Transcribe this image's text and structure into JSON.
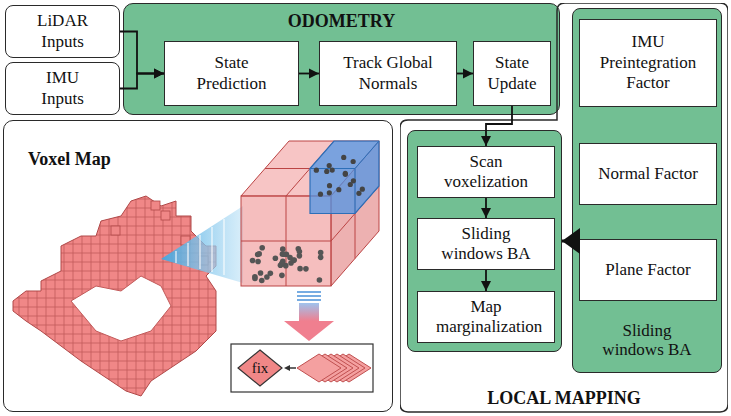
{
  "diagram": {
    "nodes": [
      {
        "text": [
          "LiDAR Inputs"
        ]
      },
      {
        "text": [
          "IMU Inputs"
        ]
      },
      {
        "text": [
          "ODOMETRY"
        ]
      },
      {
        "text": [
          "State Prediction"
        ],
        "in": 2
      },
      {
        "text": [
          "Track Global Normals"
        ],
        "in": 2
      },
      {
        "text": [
          "State Update"
        ],
        "in": 2
      },
      {
        "text": [
          "Voxel Map"
        ]
      },
      {
        "text": [
          "fix"
        ],
        "in": 6
      },
      {
        "text": [
          "LOCAL MAPPING"
        ]
      },
      {
        "text": [],
        "in": 8
      },
      {
        "text": [
          "Scan voxelization"
        ],
        "in": 9
      },
      {
        "text": [
          "Sliding windows BA"
        ],
        "in": 9
      },
      {
        "text": [
          "Map marginalization"
        ],
        "in": 9
      },
      {
        "text": [
          "Sliding windows BA"
        ],
        "in": 8
      },
      {
        "text": [
          "IMU Preintegration Factor"
        ],
        "in": 13
      },
      {
        "text": [
          "Normal Factor"
        ],
        "in": 13
      },
      {
        "text": [
          "Plane Factor"
        ],
        "in": 13
      }
    ],
    "edges": [
      {
        "from": 0,
        "to": 3,
        "arrow": "to"
      },
      {
        "from": 1,
        "to": 3,
        "arrow": "to"
      },
      {
        "from": 3,
        "to": 4,
        "arrow": "to"
      },
      {
        "from": 4,
        "to": 5,
        "arrow": "to"
      },
      {
        "from": 5,
        "to": 10,
        "arrow": "to"
      },
      {
        "from": 10,
        "to": 11,
        "arrow": "to"
      },
      {
        "from": 11,
        "to": 12,
        "arrow": "to"
      },
      {
        "from": 13,
        "to": 9,
        "arrow": "to"
      }
    ]
  }
}
